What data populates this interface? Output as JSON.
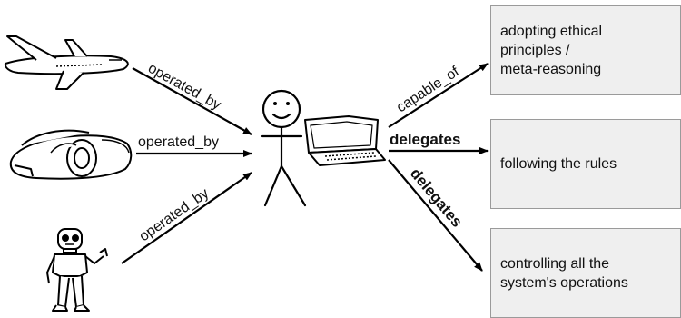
{
  "edges": {
    "plane_to_person": "operated_by",
    "car_to_person": "operated_by",
    "robot_to_person": "operated_by",
    "computer_capable": "capable_of",
    "computer_delegates_rules": "delegates",
    "computer_delegates_ops": "delegates"
  },
  "boxes": {
    "ethics": "adopting ethical\nprinciples /\nmeta-reasoning",
    "rules": "following the rules",
    "operations": "controlling all the\nsystem's operations"
  },
  "icons": [
    "airplane-icon",
    "sports-car-icon",
    "robot-icon",
    "stick-figure-person-icon",
    "laptop-icon"
  ]
}
